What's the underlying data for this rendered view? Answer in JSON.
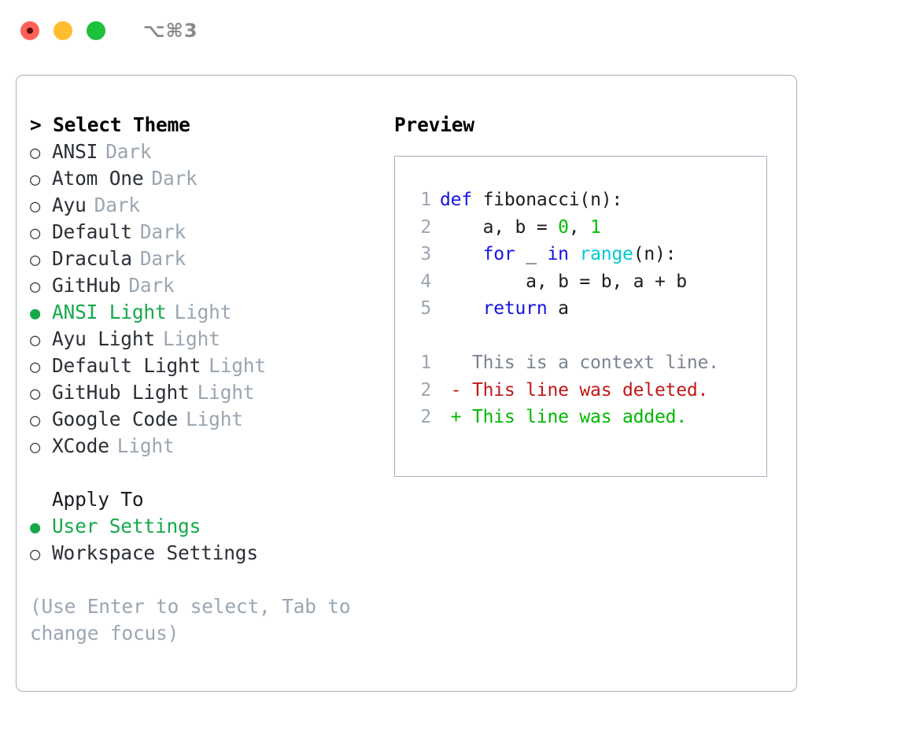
{
  "window": {
    "shortcut": "⌥⌘3",
    "traffic_lights": [
      {
        "name": "close",
        "color": "#ff6159"
      },
      {
        "name": "minimize",
        "color": "#ffbd2e"
      },
      {
        "name": "maximize",
        "color": "#1ec13c"
      }
    ]
  },
  "theme_list": {
    "header": "> Select Theme",
    "prompt_marker": ">",
    "bullet_unselected": "○",
    "bullet_selected": "●",
    "selected_color": "#16a94a",
    "items": [
      {
        "name": "ANSI",
        "variant": "Dark",
        "selected": false
      },
      {
        "name": "Atom One",
        "variant": "Dark",
        "selected": false
      },
      {
        "name": "Ayu",
        "variant": "Dark",
        "selected": false
      },
      {
        "name": "Default",
        "variant": "Dark",
        "selected": false
      },
      {
        "name": "Dracula",
        "variant": "Dark",
        "selected": false
      },
      {
        "name": "GitHub",
        "variant": "Dark",
        "selected": false
      },
      {
        "name": "ANSI Light",
        "variant": "Light",
        "selected": true
      },
      {
        "name": "Ayu Light",
        "variant": "Light",
        "selected": false
      },
      {
        "name": "Default Light",
        "variant": "Light",
        "selected": false
      },
      {
        "name": "GitHub Light",
        "variant": "Light",
        "selected": false
      },
      {
        "name": "Google Code",
        "variant": "Light",
        "selected": false
      },
      {
        "name": "XCode",
        "variant": "Light",
        "selected": false
      }
    ]
  },
  "apply_to": {
    "header": "Apply To",
    "items": [
      {
        "label": "User Settings",
        "selected": true
      },
      {
        "label": "Workspace Settings",
        "selected": false
      }
    ]
  },
  "hint": "(Use Enter to select, Tab to change focus)",
  "preview": {
    "title": "Preview",
    "code_lines": [
      {
        "no": "1",
        "tokens": [
          {
            "t": "def",
            "c": "kw"
          },
          {
            "t": " fibonacci(n):",
            "c": "plain"
          }
        ]
      },
      {
        "no": "2",
        "tokens": [
          {
            "t": "    a, b = ",
            "c": "plain"
          },
          {
            "t": "0",
            "c": "num"
          },
          {
            "t": ", ",
            "c": "plain"
          },
          {
            "t": "1",
            "c": "num"
          }
        ]
      },
      {
        "no": "3",
        "tokens": [
          {
            "t": "    ",
            "c": "plain"
          },
          {
            "t": "for",
            "c": "kw"
          },
          {
            "t": " _ ",
            "c": "plain"
          },
          {
            "t": "in",
            "c": "kw"
          },
          {
            "t": " ",
            "c": "plain"
          },
          {
            "t": "range",
            "c": "fn"
          },
          {
            "t": "(n):",
            "c": "plain"
          }
        ]
      },
      {
        "no": "4",
        "tokens": [
          {
            "t": "        a, b = b, a + b",
            "c": "plain"
          }
        ]
      },
      {
        "no": "5",
        "tokens": [
          {
            "t": "    ",
            "c": "plain"
          },
          {
            "t": "return",
            "c": "kw"
          },
          {
            "t": " a",
            "c": "plain"
          }
        ]
      }
    ],
    "diff_lines": [
      {
        "no": "1",
        "marker": " ",
        "text": "This is a context line.",
        "kind": "ctx"
      },
      {
        "no": "2",
        "marker": "-",
        "text": "This line was deleted.",
        "kind": "del"
      },
      {
        "no": "2",
        "marker": "+",
        "text": "This line was added.",
        "kind": "add"
      }
    ]
  },
  "colors": {
    "accent_green": "#16a94a",
    "muted_gray": "#9ba6b2",
    "border": "#a7b0bd",
    "keyword_blue": "#1414e0",
    "number_green": "#00c000",
    "function_cyan": "#00c8d4",
    "diff_delete_red": "#c01818",
    "diff_add_green": "#00b800"
  }
}
